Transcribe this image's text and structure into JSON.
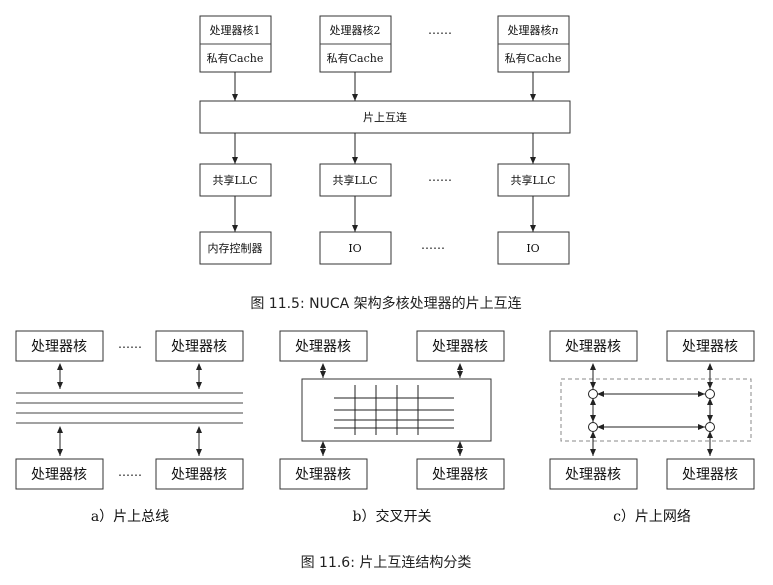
{
  "fig115": {
    "core1": "处理器核1",
    "core2": "处理器核2",
    "coreN_prefix": "处理器核",
    "coreN_suffix": "n",
    "private_cache": "私有Cache",
    "interconnect": "片上互连",
    "llc": "共享LLC",
    "mem_ctrl": "内存控制器",
    "io": "IO",
    "dots": "……",
    "caption": "图 11.5: NUCA 架构多核处理器的片上互连"
  },
  "fig116": {
    "core": "处理器核",
    "dots": "……",
    "sub_a": "a）片上总线",
    "sub_b": "b）交叉开关",
    "sub_c": "c）片上网络",
    "caption": "图 11.6: 片上互连结构分类"
  }
}
